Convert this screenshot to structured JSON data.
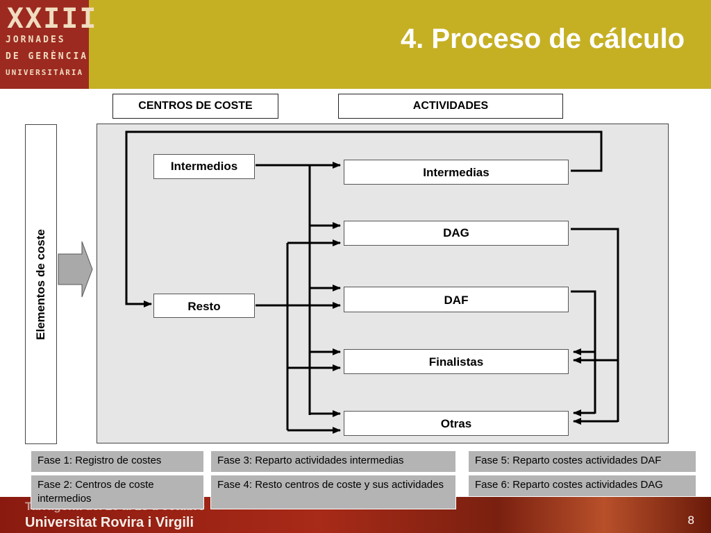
{
  "header": {
    "title": "4. Proceso de cálculo",
    "logo_big": "XXIII",
    "logo_lines": [
      "JORNADES",
      "DE GERÈNCIA",
      "UNIVERSITÀRIA"
    ]
  },
  "labels": {
    "centros": "CENTROS DE COSTE",
    "actividades": "ACTIVIDADES",
    "elementos": "Elementos de coste"
  },
  "nodes": {
    "intermedios": "Intermedios",
    "resto": "Resto",
    "intermedias": "Intermedias",
    "dag": "DAG",
    "daf": "DAF",
    "finalistas": "Finalistas",
    "otras": "Otras"
  },
  "phases": [
    "Fase 1: Registro de costes",
    "Fase 2: Centros de coste intermedios",
    "Fase 3: Reparto actividades intermedias",
    "Fase 4: Resto centros de coste y sus actividades",
    "Fase 5: Reparto costes actividades DAF",
    "Fase 6: Reparto costes actividades DAG"
  ],
  "footer": {
    "line1": "Tarragona del 26 al 28 d'octubre",
    "line2": "Universitat Rovira i Virgili",
    "page": "8"
  },
  "colors": {
    "header": "#c5b024",
    "logo": "#9c2a20",
    "panel": "#e6e6e6",
    "phase_box": "#b4b4b4"
  }
}
